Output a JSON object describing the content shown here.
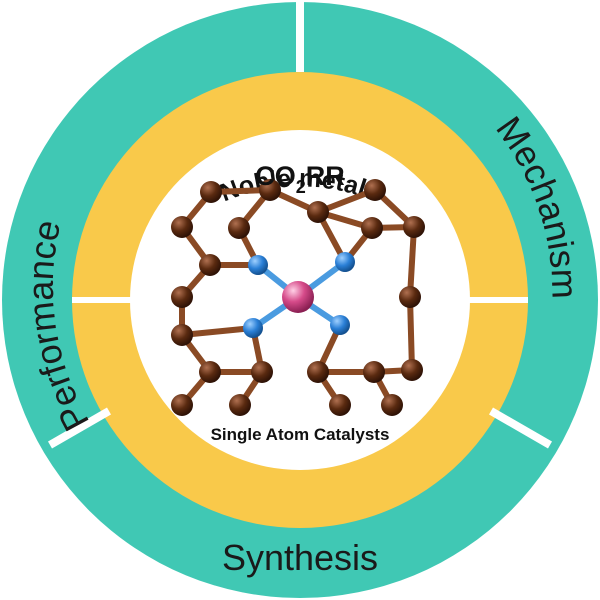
{
  "colors": {
    "outer_ring": "#40c8b4",
    "inner_ring": "#f9c94a",
    "center": "#ffffff",
    "carbon_atom": "#5a2a10",
    "nitrogen_atom": "#2a7fd6",
    "metal_atom": "#d64b8a",
    "c_bond": "#8a4a24",
    "n_bond": "#4a9be0"
  },
  "outer_ring": {
    "segments": [
      {
        "label": "Performance"
      },
      {
        "label": "Mechanism"
      },
      {
        "label": "Synthesis"
      }
    ]
  },
  "inner_ring": {
    "label": "Noble metals"
  },
  "center": {
    "title_main": "CO",
    "title_sub": "2",
    "title_tail": "RR",
    "caption": "Single Atom Catalysts",
    "icon": "graphene-single-atom-structure"
  }
}
